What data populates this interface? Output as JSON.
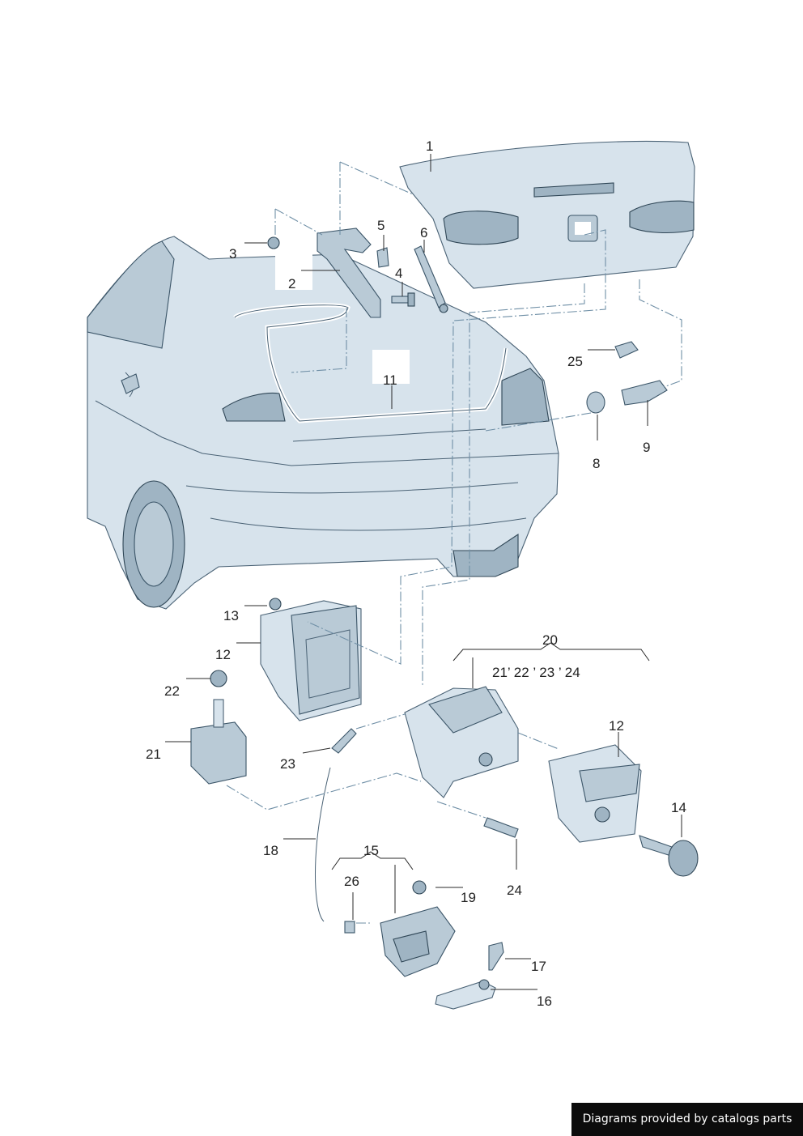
{
  "callouts": {
    "c1": "1",
    "c2": "2",
    "c3": "3",
    "c4": "4",
    "c5": "5",
    "c6": "6",
    "c8": "8",
    "c9": "9",
    "c11": "11",
    "c12a": "12",
    "c12b": "12",
    "c13": "13",
    "c14": "14",
    "c15": "15",
    "c16": "16",
    "c17": "17",
    "c18": "18",
    "c19": "19",
    "c20": "20",
    "c20sub": "21’ 22 ’ 23 ’ 24",
    "c21": "21",
    "c22": "22",
    "c23": "23",
    "c24": "24",
    "c25": "25",
    "c26": "26"
  },
  "footer": {
    "credit": "Diagrams provided by catalogs parts"
  },
  "colors": {
    "part_fill": "#d7e3ec",
    "part_shade": "#9fb4c3",
    "outline": "#2f4656",
    "leader_dash": "#6f8fa6",
    "credit_bg": "#0c0c0c"
  }
}
